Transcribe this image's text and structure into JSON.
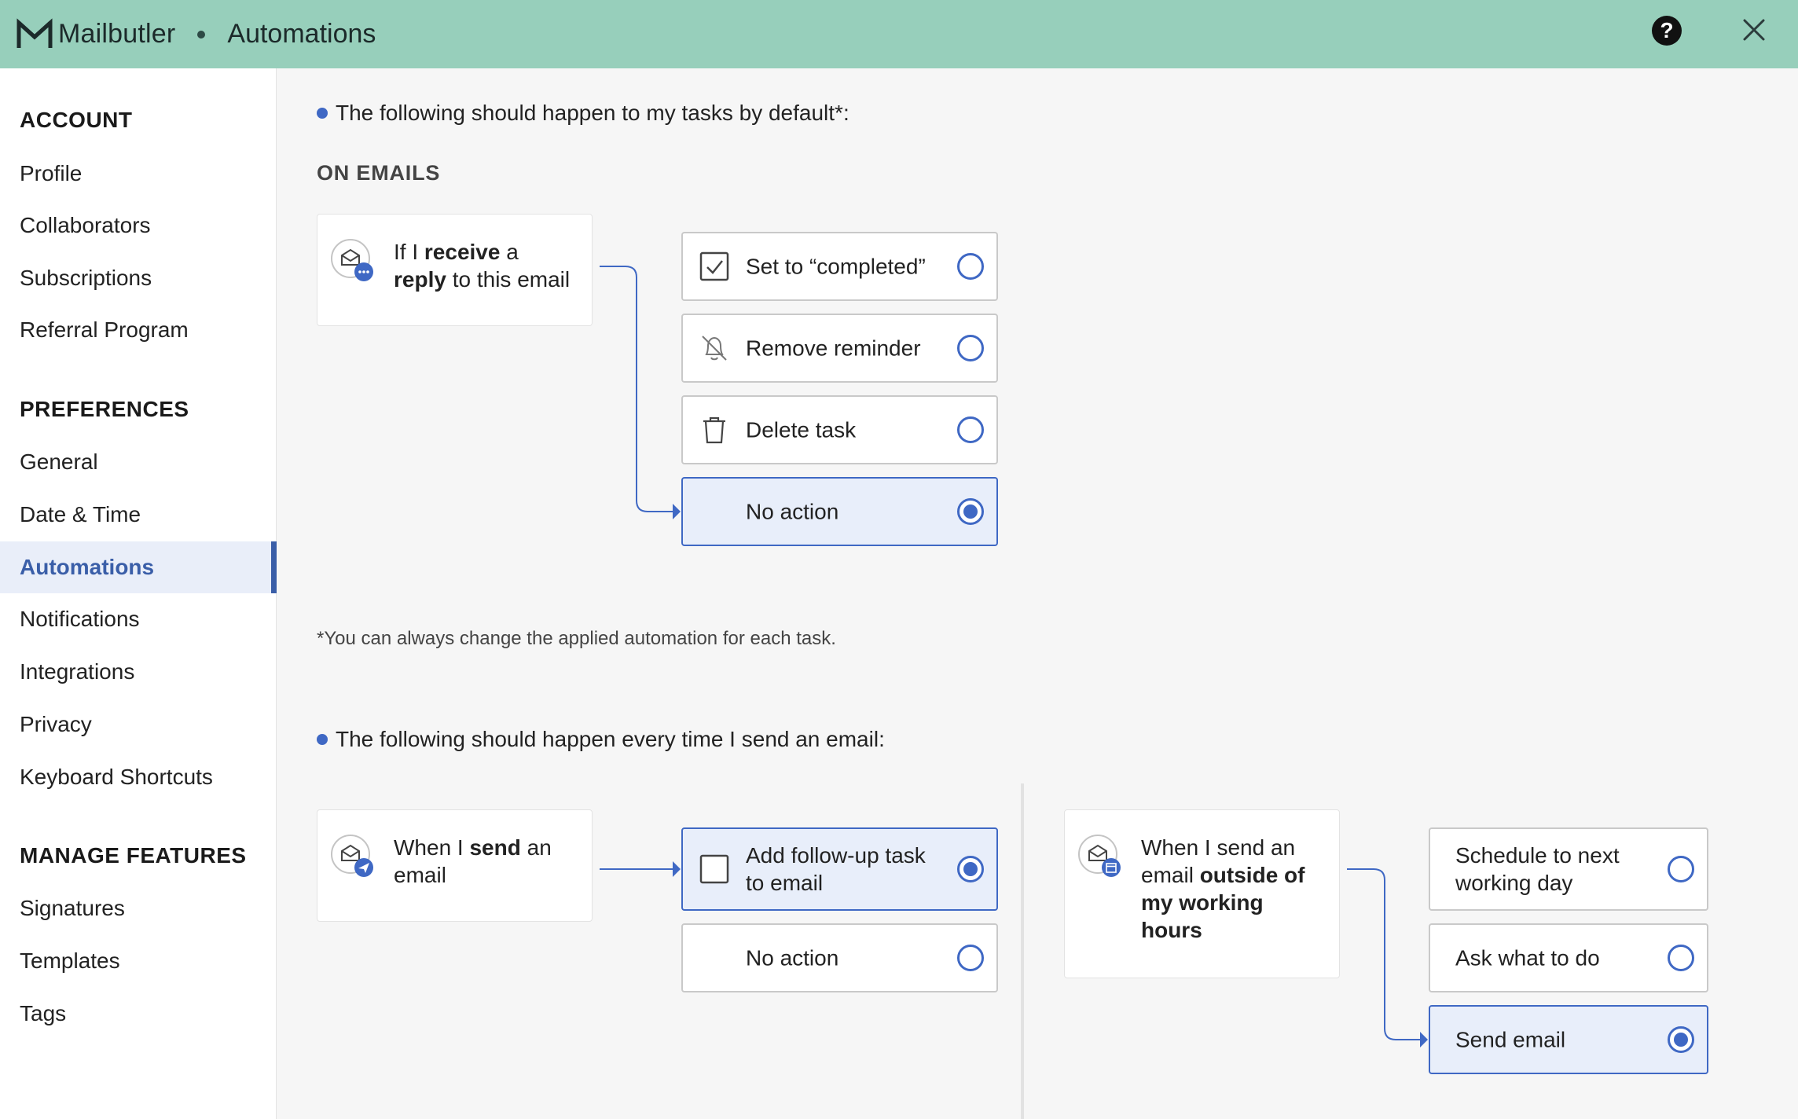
{
  "header": {
    "brand": "Mailbutler",
    "page": "Automations",
    "help_label": "?",
    "icons": {
      "logo": "mailbutler-logo",
      "help": "help-icon",
      "close": "close-icon"
    }
  },
  "sidebar": {
    "sections": [
      {
        "title": "ACCOUNT",
        "items": [
          "Profile",
          "Collaborators",
          "Subscriptions",
          "Referral Program"
        ]
      },
      {
        "title": "PREFERENCES",
        "items": [
          "General",
          "Date & Time",
          "Automations",
          "Notifications",
          "Integrations",
          "Privacy",
          "Keyboard Shortcuts"
        ]
      },
      {
        "title": "MANAGE FEATURES",
        "items": [
          "Signatures",
          "Templates",
          "Tags"
        ]
      }
    ],
    "active": "Automations"
  },
  "main": {
    "heading1": "The following should happen to my tasks by default*:",
    "caption1": "ON EMAILS",
    "reply_trigger": {
      "pre": "If I ",
      "b1": "receive",
      "mid": " a",
      "b2": "reply",
      "post": " to this email"
    },
    "reply_options": [
      {
        "label": "Set to “completed”",
        "icon": "checkbox-checked-icon",
        "selected": false
      },
      {
        "label": "Remove reminder",
        "icon": "bell-off-icon",
        "selected": false
      },
      {
        "label": "Delete task",
        "icon": "trash-icon",
        "selected": false
      },
      {
        "label": "No action",
        "icon": "",
        "selected": true
      }
    ],
    "footnote": "*You can always change the applied automation for each task.",
    "heading2": "The following should happen every time I send an email:",
    "send_trigger": {
      "pre": "When I ",
      "b1": "send",
      "post": " an",
      "line2": "email"
    },
    "send_options": [
      {
        "label_line1": "Add follow-up task",
        "label_line2": "to email",
        "icon": "checkbox-empty-icon",
        "selected": true
      },
      {
        "label": "No action",
        "icon": "",
        "selected": false
      }
    ],
    "outside_trigger": {
      "line1": "When I send an",
      "pre2": "email ",
      "b2": "outside of",
      "b3": "my working",
      "b4": "hours"
    },
    "outside_options": [
      {
        "label_line1": "Schedule to next",
        "label_line2": "working day",
        "selected": false
      },
      {
        "label": "Ask what to do",
        "selected": false
      },
      {
        "label": "Send email",
        "selected": true
      }
    ],
    "accent_color": "#3f68c4",
    "header_color": "#97cfbb"
  }
}
